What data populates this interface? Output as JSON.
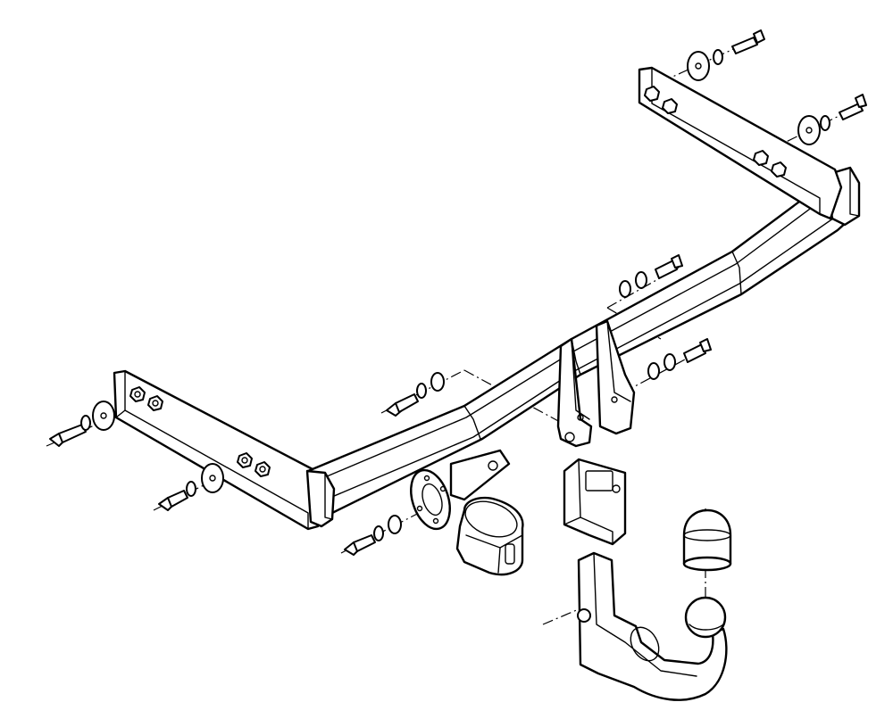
{
  "colors": {
    "line": "#000000",
    "background": "#ffffff"
  },
  "parts": [
    "crossbar",
    "left-bracket",
    "right-bracket",
    "center-mount-bracket",
    "socket-plate",
    "electrical-socket",
    "ball-receiver",
    "detachable-tow-ball",
    "ball-cover-cap",
    "bolt-washer-sets"
  ]
}
